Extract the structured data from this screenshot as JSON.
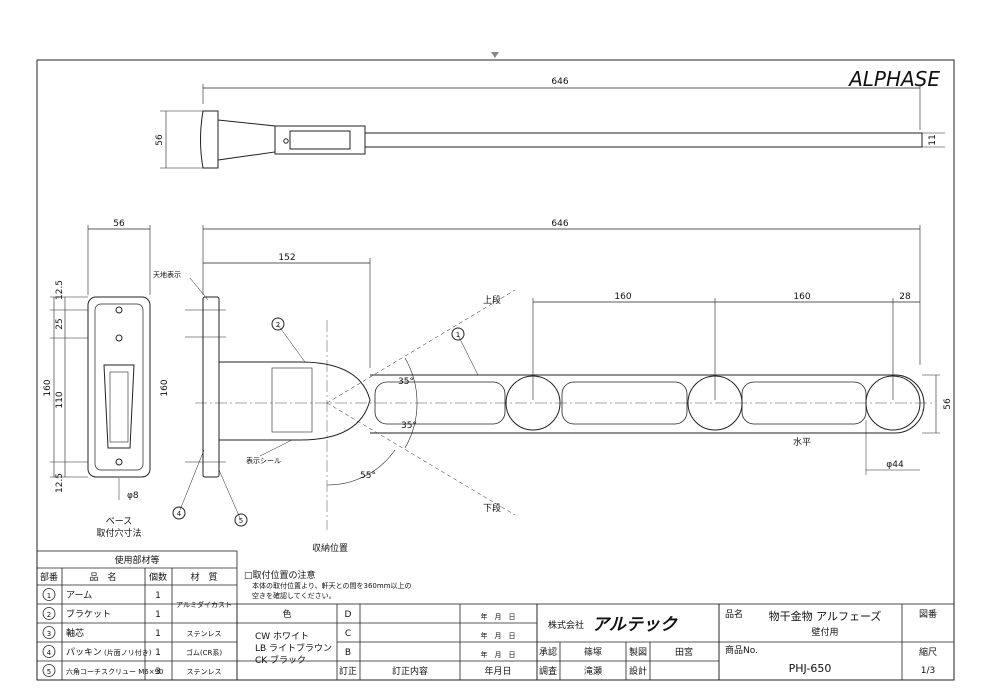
{
  "brand_logo": "ALPHASE",
  "top_view": {
    "length": "646",
    "height": "56",
    "diameter": "11"
  },
  "front_view": {
    "total_length": "646",
    "bracket_length": "152",
    "spacing_1": "160",
    "spacing_2": "160",
    "end_offset": "28",
    "arm_height": "56",
    "ring_diameter": "φ44",
    "base_width": "56",
    "bracket_height": "160",
    "angle_up": "35°",
    "angle_down": "35°",
    "angle_fold": "55°",
    "label_upper": "上段",
    "label_lower": "下段",
    "label_level": "水平",
    "label_stored": "収納位置",
    "label_tenchi": "天地表示",
    "label_seal": "表示シール"
  },
  "base_view": {
    "dim_top": "12.5",
    "dim_25": "25",
    "dim_110": "110",
    "dim_bottom": "12.5",
    "dim_total": "160",
    "hole": "φ8",
    "caption_line1": "ベース",
    "caption_line2": "取付穴寸法"
  },
  "callouts": [
    "1",
    "2",
    "4",
    "5"
  ],
  "parts_table": {
    "title": "使用部材等",
    "headers": [
      "部番",
      "品　名",
      "個数",
      "材　質"
    ],
    "rows": [
      {
        "no": "1",
        "name": "アーム",
        "qty": "1",
        "material": "アルミダイカスト"
      },
      {
        "no": "2",
        "name": "ブラケット",
        "qty": "1",
        "material": ""
      },
      {
        "no": "3",
        "name": "軸芯",
        "qty": "1",
        "material": "ステンレス"
      },
      {
        "no": "4",
        "name": "パッキン",
        "name_note": "(片面ノリ付き)",
        "qty": "1",
        "material": "ゴム(CR系)"
      },
      {
        "no": "5",
        "name": "六角コーチスクリュー M6×90",
        "qty": "3",
        "material": "ステンレス"
      }
    ]
  },
  "notes": {
    "title": "□取付位置の注意",
    "line1": "本体の取付位置より、軒天との間を360mm以上の",
    "line2": "空きを確認してください。"
  },
  "color_table": {
    "header": "色",
    "items": [
      "CW ホワイト",
      "LB ライトブラウン",
      "CK ブラック"
    ]
  },
  "revision": {
    "letters": [
      "D",
      "C",
      "B"
    ],
    "label_rev": "訂正",
    "label_content": "訂正内容",
    "label_date": "年月日",
    "date_placeholder": "年　月　日"
  },
  "company": "株式会社",
  "company_logo": "アルテック",
  "approvals": {
    "approve": "承認",
    "approve_name": "篠塚",
    "drawing": "製図",
    "drawing_name": "田宮",
    "check": "調査",
    "check_name": "滝瀬",
    "design": "設計"
  },
  "product": {
    "label_name": "品名",
    "name_line1": "物干金物 アルフェーズ",
    "name_line2": "壁付用",
    "label_no": "商品No.",
    "no": "PHJ-650",
    "label_drawing": "図番",
    "label_scale": "縮尺",
    "scale": "1/3"
  }
}
